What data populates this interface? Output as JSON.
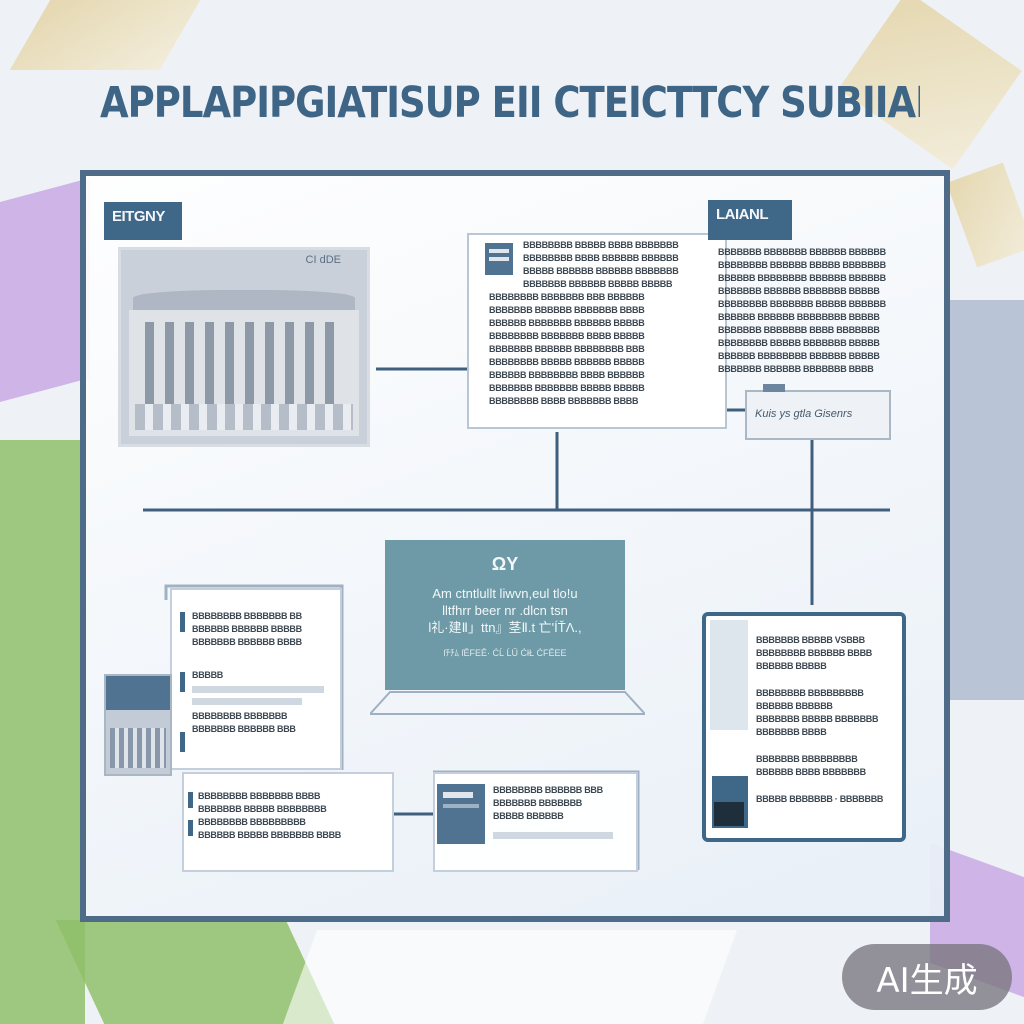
{
  "headline": "APPLAPIPGIATISUP EII CTEICTTCY SUBIIALY",
  "tags": {
    "left": "EITGNY",
    "right": "LAIANL"
  },
  "building": {
    "corner_label": "CI dDE"
  },
  "doc_card": {
    "lines": [
      "BBBBBBBB BBBBB BBBB BBBBBBB",
      "BBBBBBBB BBBB BBBBBB BBBBBB",
      "BBBBB BBBBBB BBBBBB BBBBBBB",
      "BBBBBBB BBBBBB BBBBB BBBBB",
      "BBBBBBBB BBBBBBB BBB BBBBBB",
      "BBBBBBB BBBBBB BBBBBBB BBBB",
      "BBBBBB BBBBBBB BBBBBB BBBBB",
      "BBBBBBBB BBBBBBB BBBB BBBBB",
      "BBBBBBB BBBBBB BBBBBBBB BBB",
      "BBBBBBBB BBBBB BBBBBB BBBBB",
      "BBBBBB BBBBBBBB BBBB BBBBBB",
      "BBBBBBB BBBBBBB BBBBB BBBBB",
      "BBBBBBBB BBBB BBBBBBB BBBB"
    ]
  },
  "right_text": {
    "lines": [
      "BBBBBBB BBBBBBB BBBBBB BBBBBB",
      "BBBBBBBB BBBBBB BBBBB BBBBBBB",
      "BBBBBB BBBBBBBB BBBBBB BBBBBB",
      "BBBBBBB BBBBBB BBBBBBB BBBBB",
      "BBBBBBBB BBBBBBB BBBBB BBBBBB",
      "BBBBBB BBBBBB BBBBBBBB BBBBB",
      "BBBBBBB BBBBBBB BBBB BBBBBBB",
      "BBBBBBBB BBBBB BBBBBBB BBBBB",
      "BBBBBB BBBBBBBB BBBBBB BBBBB",
      "BBBBBBB BBBBBB BBBBBBB BBBB"
    ]
  },
  "note_card": {
    "text": "Kuis ys gtla  Gisenrs"
  },
  "center_box": {
    "title": "ΩY",
    "line1": "Am ctntlullt liwvn,eul tlo!u",
    "line2": "lltfhrr beer nr .dlcn tsn",
    "line3": "l礼·建Ⅱ」ttn』茎Ⅱ.t 亡'ÍŤΛ.,",
    "small": "ſﾁﾁﾑ ſĒFEĒ· ĆĹ ĹŰ ĆłŁ ĆFĒEE"
  },
  "left_card_lines": [
    "BBBBBBBB BBBBBBB BB",
    "BBBBBB BBBBBB BBBBB",
    "BBBBBBB BBBBBB BBBB",
    "BBBBB",
    "BBBBBBBB BBBBBBB",
    "BBBBBBB BBBBBB BBB"
  ],
  "bottom_left_lines": [
    "BBBBBBBB BBBBBBB BBBB",
    "BBBBBBB BBBBB BBBBBBBB",
    "BBBBBBBB BBBBBBBBB",
    "BBBBBB BBBBB BBBBBBB BBBB"
  ],
  "bottom_mid_lines": [
    "BBBBBBBB BBBBBB BBB",
    "BBBBBBB BBBBBBB",
    "BBBBB BBBBBB"
  ],
  "device_lines": [
    "BBBBBBB BBBBB   VSBBB",
    "BBBBBBBB BBBBBB BBBB",
    "BBBBBB BBBBB",
    "BBBBBBBB   BBBBBBBBB",
    "BBBBBB BBBBBB",
    "BBBBBBB BBBBB BBBBBBB",
    "BBBBBBB BBBB",
    "BBBBBBB   BBBBBBBBB",
    "BBBBBB BBBB   BBBBBBB",
    "BBBBB BBBBBBB · BBBBBBB"
  ],
  "badge": "AI生成",
  "colors": {
    "accent": "#3f6787",
    "teal_box": "#6d9aa6",
    "frame": "#4e6c88"
  }
}
